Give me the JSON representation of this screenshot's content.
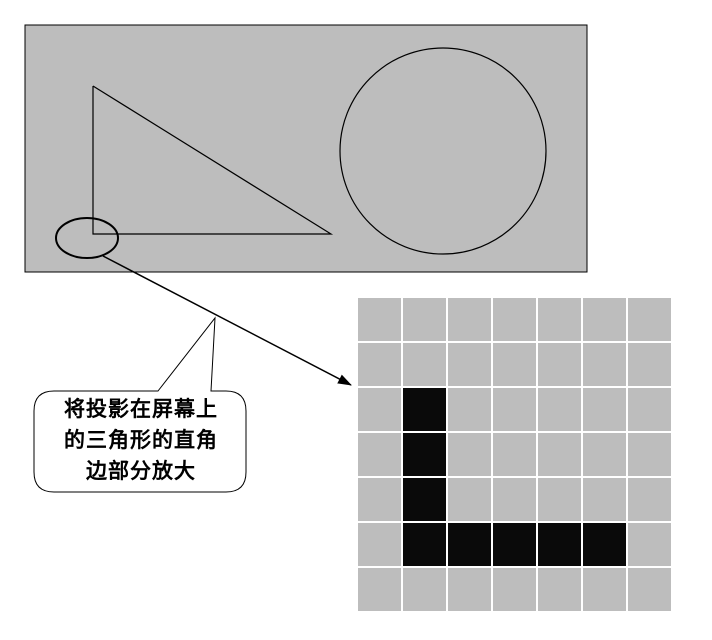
{
  "colors": {
    "background": "#ffffff",
    "screen_fill": "#bdbdbd",
    "pixel_off": "#bdbdbd",
    "pixel_on": "#0a0a0a",
    "grid_line": "#ffffff",
    "stroke": "#000000"
  },
  "callout": {
    "lines": [
      "将投影在屏幕上",
      "的三角形的直角",
      "边部分放大"
    ]
  },
  "pixel_grid": {
    "rows": 7,
    "cols": 7,
    "lit_cells": [
      [
        2,
        1
      ],
      [
        3,
        1
      ],
      [
        4,
        1
      ],
      [
        5,
        1
      ],
      [
        5,
        2
      ],
      [
        5,
        3
      ],
      [
        5,
        4
      ],
      [
        5,
        5
      ]
    ]
  }
}
